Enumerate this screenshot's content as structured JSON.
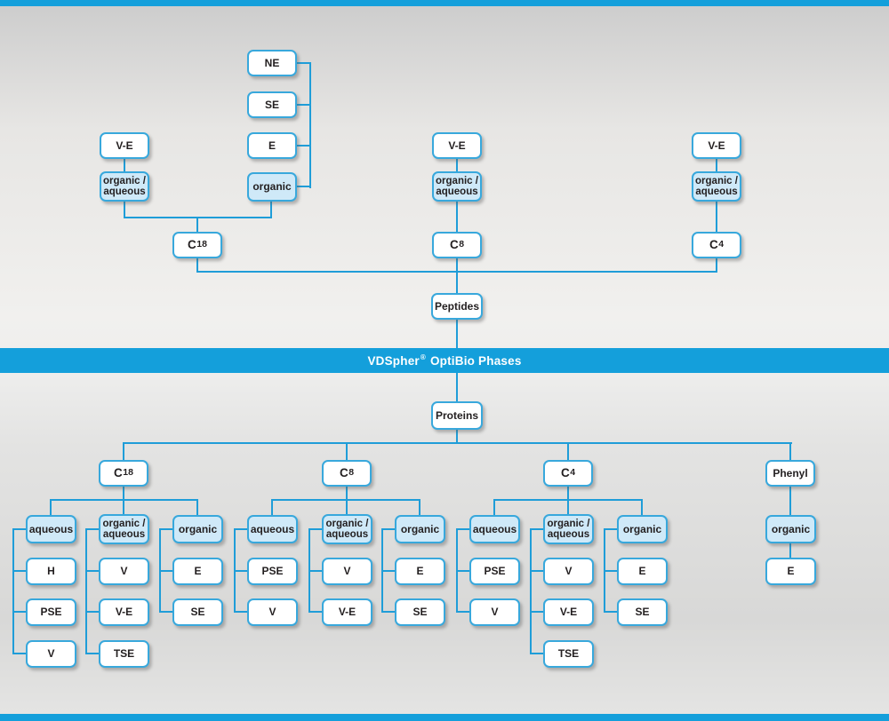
{
  "colors": {
    "accent_blue": "#149fdb",
    "box_fill_light_blue": "#cfe9f8",
    "box_border_blue": "#38a8dc",
    "connector_blue": "#1f9dd8"
  },
  "banner": {
    "brand": "VDSpher",
    "reg": "®",
    "rest": "OptiBio Phases"
  },
  "peptides": {
    "root": "Peptides",
    "c18": {
      "label": {
        "prefix": "C",
        "digits": "18"
      },
      "ve": "V-E",
      "organic_aqueous": {
        "line1": "organic /",
        "line2": "aqueous"
      },
      "modes": [
        "NE",
        "SE",
        "E"
      ],
      "organic": "organic"
    },
    "c8": {
      "label": {
        "prefix": "C",
        "digits": "8"
      },
      "ve": "V-E",
      "organic_aqueous": {
        "line1": "organic /",
        "line2": "aqueous"
      }
    },
    "c4": {
      "label": {
        "prefix": "C",
        "digits": "4"
      },
      "ve": "V-E",
      "organic_aqueous": {
        "line1": "organic /",
        "line2": "aqueous"
      }
    }
  },
  "proteins": {
    "root": "Proteins",
    "c18": {
      "label": {
        "prefix": "C",
        "digits": "18"
      },
      "aqueous": {
        "label": "aqueous",
        "children": [
          "H",
          "PSE",
          "V"
        ]
      },
      "organic_aqueous": {
        "line1": "organic /",
        "line2": "aqueous",
        "children": [
          "V",
          "V-E",
          "TSE"
        ]
      },
      "organic": {
        "label": "organic",
        "children": [
          "E",
          "SE"
        ]
      }
    },
    "c8": {
      "label": {
        "prefix": "C",
        "digits": "8"
      },
      "aqueous": {
        "label": "aqueous",
        "children": [
          "PSE",
          "V"
        ]
      },
      "organic_aqueous": {
        "line1": "organic /",
        "line2": "aqueous",
        "children": [
          "V",
          "V-E"
        ]
      },
      "organic": {
        "label": "organic",
        "children": [
          "E",
          "SE"
        ]
      }
    },
    "c4": {
      "label": {
        "prefix": "C",
        "digits": "4"
      },
      "aqueous": {
        "label": "aqueous",
        "children": [
          "PSE",
          "V"
        ]
      },
      "organic_aqueous": {
        "line1": "organic /",
        "line2": "aqueous",
        "children": [
          "V",
          "V-E",
          "TSE"
        ]
      },
      "organic": {
        "label": "organic",
        "children": [
          "E",
          "SE"
        ]
      }
    },
    "phenyl": {
      "label": "Phenyl",
      "organic": {
        "label": "organic",
        "children": [
          "E"
        ]
      }
    }
  }
}
